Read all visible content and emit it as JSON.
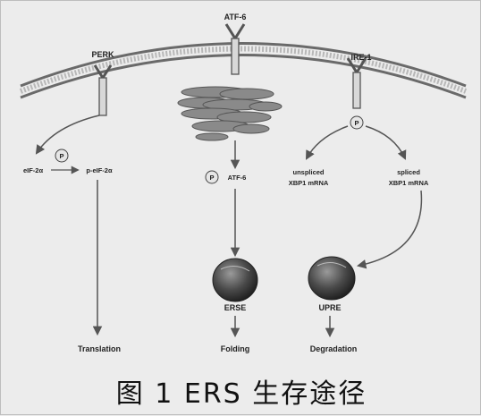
{
  "diagram": {
    "receptors": {
      "perk": "PERK",
      "atf6": "ATF-6",
      "ire1": "IRE-1"
    },
    "phospho": "P",
    "eif_left": "eIF-2α",
    "eif_right": "p-eIF-2α",
    "p_atf6": "ATF-6",
    "unspliced_1": "unspliced",
    "unspliced_2": "XBP1 mRNA",
    "spliced_1": "spliced",
    "spliced_2": "XBP1 mRNA",
    "erse": "ERSE",
    "upre": "UPRE",
    "outputs": {
      "translation": "Translation",
      "folding": "Folding",
      "degradation": "Degradation"
    }
  },
  "caption": "图 1   ERS 生存途径"
}
